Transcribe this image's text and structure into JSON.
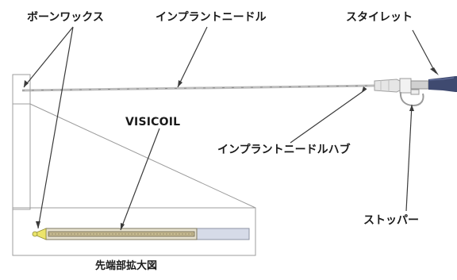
{
  "labels": {
    "bone_wax": "ボーンワックス",
    "implant_needle": "インプラントニードル",
    "stylet": "スタイレット",
    "visicoil": "VISICOIL",
    "implant_needle_hub": "インプラントニードルハブ",
    "stopper": "ストッパー",
    "tip_enlarged_view": "先端部拡大図"
  },
  "colors": {
    "needle": "#b9b9b9",
    "stylet_handle": "#3f4a70",
    "coil": "#c9bd97",
    "needle_tip": "#cdd3e2",
    "bone_wax": "#e9e46a",
    "outline": "#9c9c9c"
  }
}
